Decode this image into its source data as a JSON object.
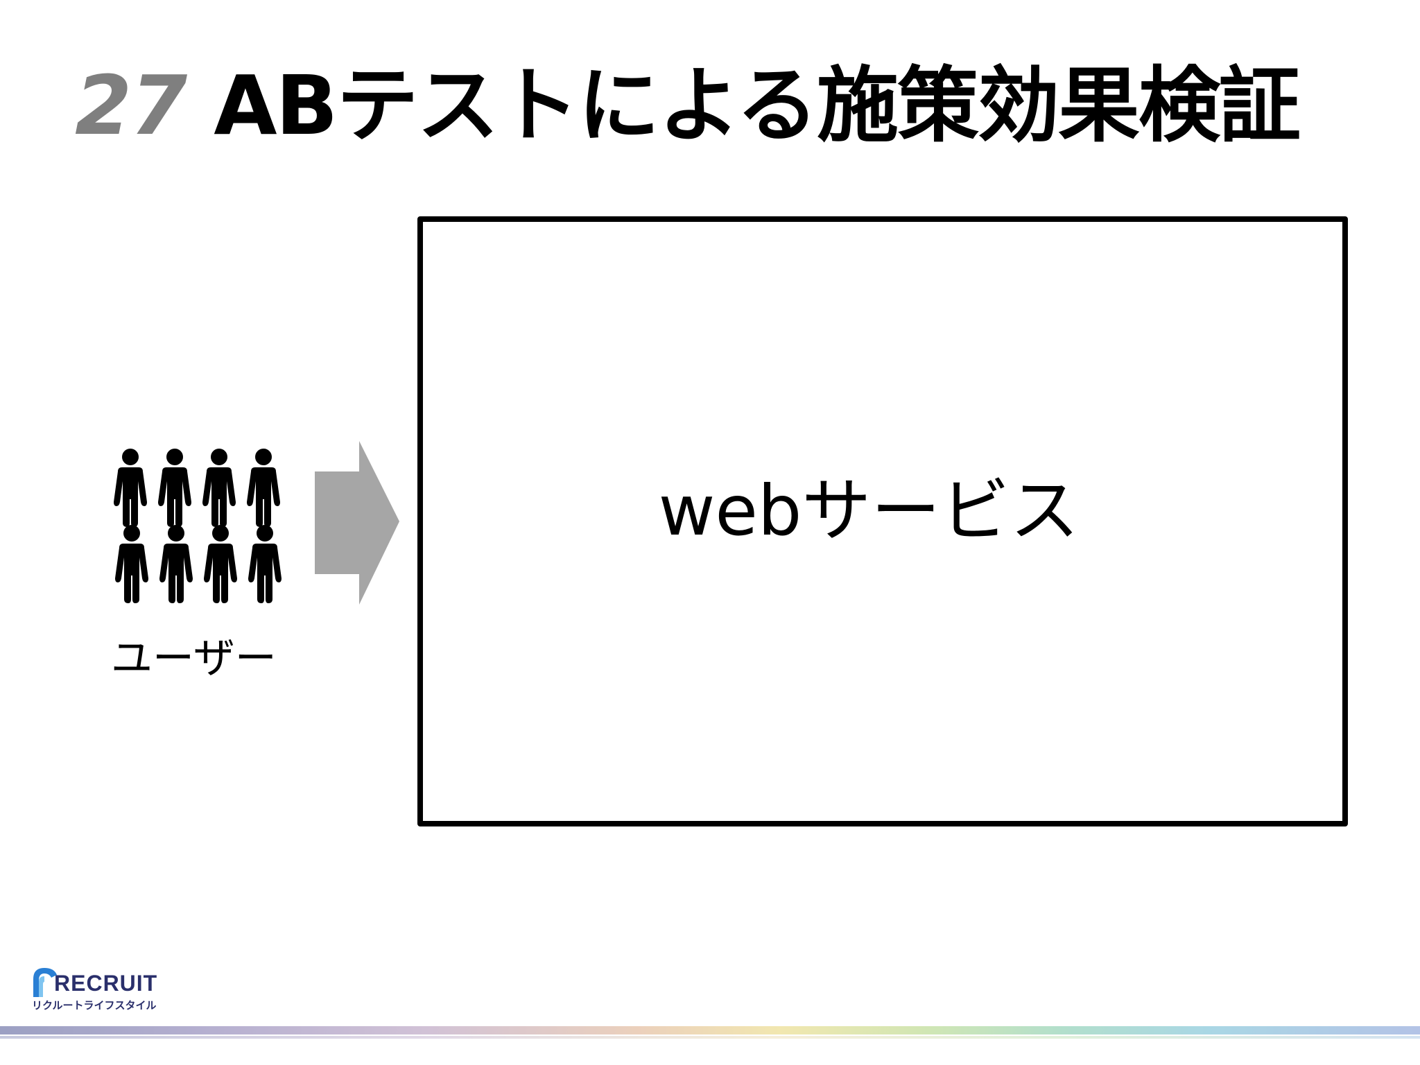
{
  "title": {
    "number": "27",
    "text": "ABテストによる施策効果検証"
  },
  "users": {
    "label": "ユーザー",
    "icon": "person-icon",
    "count": 8
  },
  "arrow": {
    "icon": "arrow-right-icon",
    "color": "#a6a6a6"
  },
  "service": {
    "label": "webサービス"
  },
  "logo": {
    "brand": "RECRUIT",
    "sub": "リクルートライフスタイル",
    "color": "#2a2f6b",
    "accent": "#2a7fd4"
  }
}
